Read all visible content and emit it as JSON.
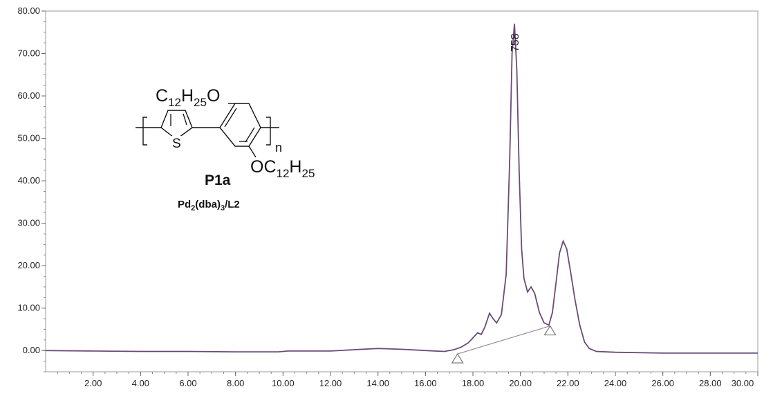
{
  "chart_data": {
    "type": "line",
    "title": "",
    "xlabel": "",
    "ylabel": "",
    "xlim": [
      0,
      30
    ],
    "ylim": [
      -5,
      80
    ],
    "x_ticks": [
      "2.00",
      "4.00",
      "6.00",
      "8.00",
      "10.00",
      "12.00",
      "14.00",
      "16.00",
      "18.00",
      "20.00",
      "22.00",
      "24.00",
      "26.00",
      "28.00",
      "30.00"
    ],
    "y_ticks": [
      "80.00",
      "70.00",
      "60.00",
      "50.00",
      "40.00",
      "30.00",
      "20.00",
      "10.00",
      "0.00"
    ],
    "grid": false,
    "series": [
      {
        "color": "#6b4a78",
        "x": [
          0,
          2,
          4,
          6,
          8,
          9.8,
          10.2,
          12,
          13,
          14,
          15,
          16,
          16.8,
          17.2,
          17.5,
          17.8,
          18.0,
          18.2,
          18.35,
          18.5,
          18.7,
          18.85,
          19.0,
          19.2,
          19.4,
          19.55,
          19.65,
          19.75,
          19.85,
          19.95,
          20.05,
          20.15,
          20.3,
          20.45,
          20.6,
          20.8,
          21.0,
          21.2,
          21.35,
          21.5,
          21.65,
          21.8,
          21.95,
          22.1,
          22.3,
          22.5,
          22.7,
          22.9,
          23.2,
          24,
          26,
          28,
          30
        ],
        "y": [
          0.0,
          -0.1,
          -0.2,
          -0.2,
          -0.3,
          -0.3,
          -0.1,
          -0.1,
          0.2,
          0.5,
          0.3,
          0.0,
          -0.2,
          0.2,
          0.8,
          1.8,
          3.0,
          4.2,
          3.8,
          5.5,
          8.8,
          7.5,
          6.5,
          8.5,
          18,
          45,
          70,
          77,
          66,
          42,
          24,
          17,
          13.8,
          15.0,
          13.5,
          9.0,
          6.5,
          6.0,
          9.0,
          16,
          23,
          25.8,
          24,
          19,
          12,
          6,
          2,
          0.5,
          -0.2,
          -0.4,
          -0.6,
          -0.6,
          -0.6
        ]
      }
    ],
    "baseline": {
      "color": "#9a8aa2",
      "start": [
        17.35,
        -0.8
      ],
      "end": [
        21.25,
        5.8
      ]
    },
    "peak_markers": [
      {
        "x": 17.35,
        "y": -0.8
      },
      {
        "x": 21.25,
        "y": 5.8
      }
    ],
    "annotations": [
      {
        "text": "758",
        "x": 19.75,
        "y": 77
      }
    ]
  },
  "structure": {
    "top_prefix": "C",
    "top_sub1": "12",
    "top_mid": "H",
    "top_sub2": "25",
    "top_suffix": "O",
    "bottom_prefix": "OC",
    "bottom_sub1": "12",
    "bottom_mid": "H",
    "bottom_sub2": "25",
    "sulfur": "S",
    "repeat": "n",
    "name": "P1a",
    "catalyst_a": "Pd",
    "catalyst_b": "2",
    "catalyst_c": "(dba)",
    "catalyst_d": "3",
    "catalyst_e": "/L2"
  }
}
